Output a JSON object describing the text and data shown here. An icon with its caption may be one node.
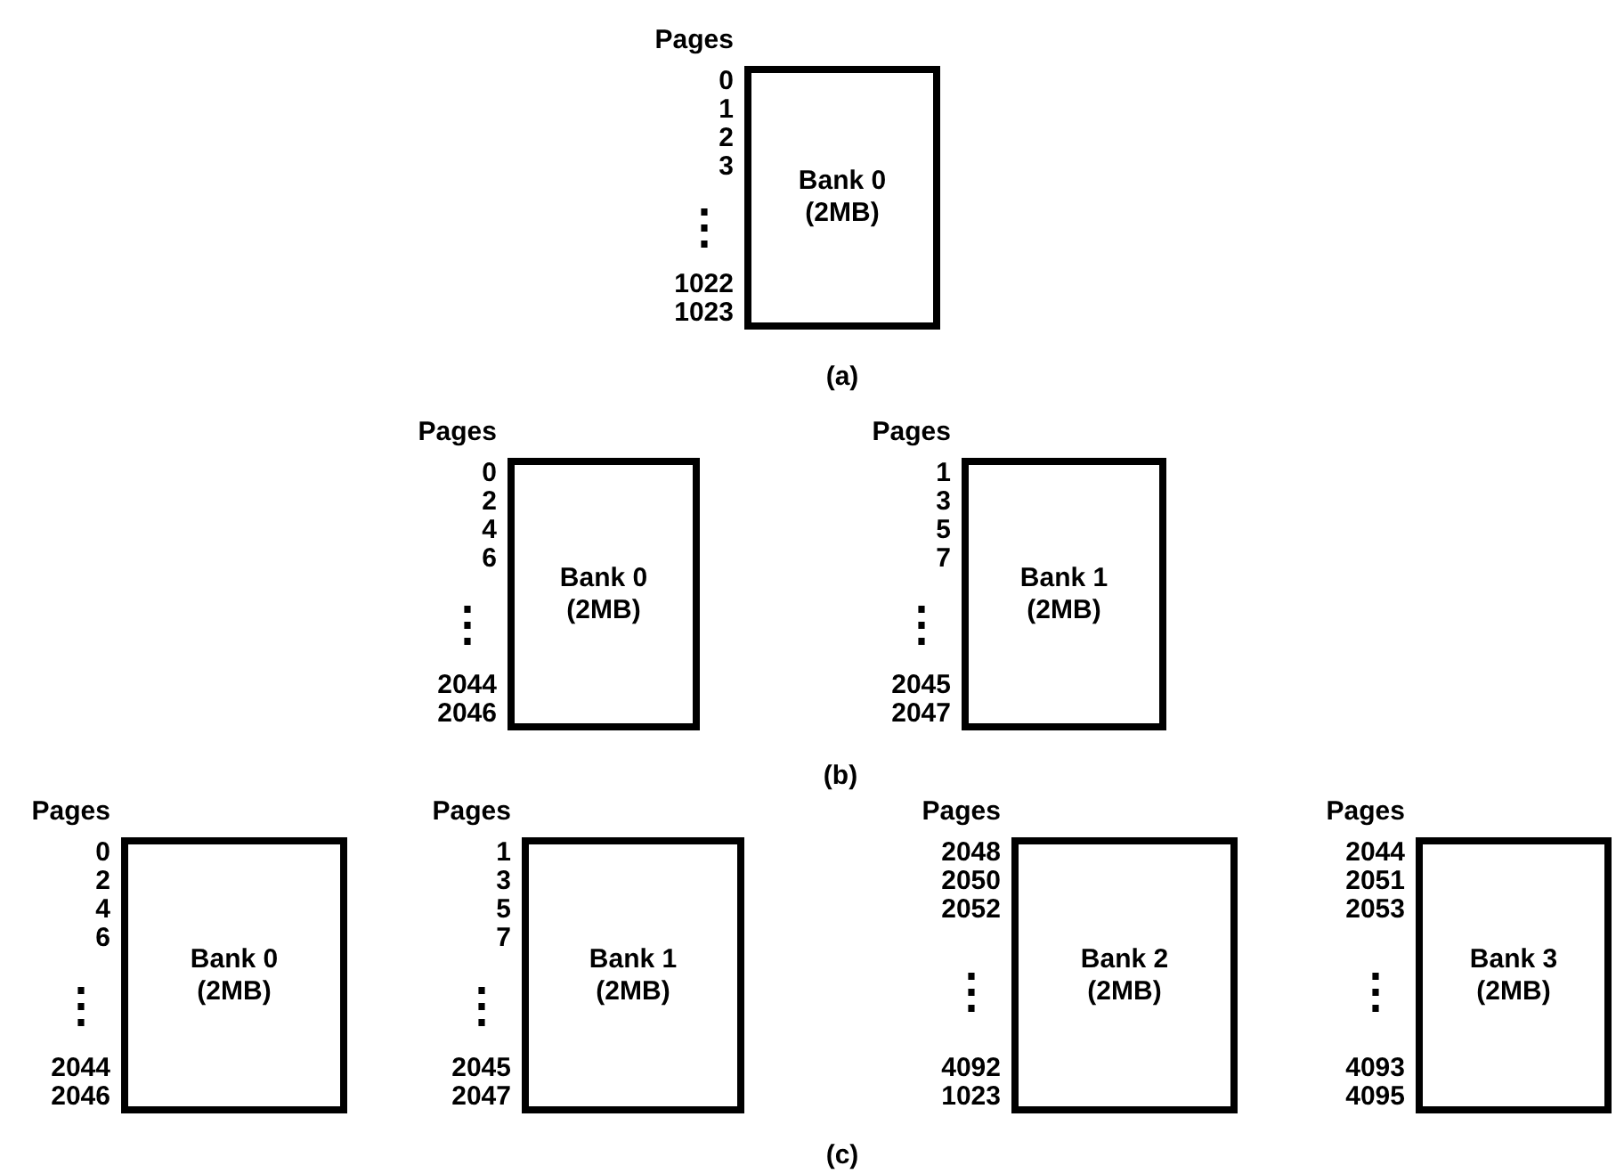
{
  "diagram": {
    "nodes": [
      {
        "text": [
          "Bank 0 (2MB)"
        ],
        "beside": [
          "Pages",
          "0",
          "1",
          "2",
          "3",
          "⋮",
          "1022",
          "1023"
        ]
      },
      {
        "text": [
          "Bank 0 (2MB)"
        ],
        "beside": [
          "Pages",
          "0",
          "2",
          "4",
          "6",
          "⋮",
          "2044",
          "2046"
        ]
      },
      {
        "text": [
          "Bank 1 (2MB)"
        ],
        "beside": [
          "Pages",
          "1",
          "3",
          "5",
          "7",
          "⋮",
          "2045",
          "2047"
        ]
      },
      {
        "text": [
          "Bank 0 (2MB)"
        ],
        "beside": [
          "Pages",
          "0",
          "2",
          "4",
          "6",
          "⋮",
          "2044",
          "2046"
        ]
      },
      {
        "text": [
          "Bank 1 (2MB)"
        ],
        "beside": [
          "Pages",
          "1",
          "3",
          "5",
          "7",
          "⋮",
          "2045",
          "2047"
        ]
      },
      {
        "text": [
          "Bank 2 (2MB)"
        ],
        "beside": [
          "Pages",
          "2048",
          "2050",
          "2052",
          "⋮",
          "4092",
          "1023"
        ]
      },
      {
        "text": [
          "Bank 3 (2MB)"
        ],
        "beside": [
          "Pages",
          "2044",
          "2051",
          "2053",
          "⋮",
          "4093",
          "4095"
        ]
      }
    ],
    "labels": [
      "(a)",
      "(b)",
      "(c)"
    ]
  }
}
